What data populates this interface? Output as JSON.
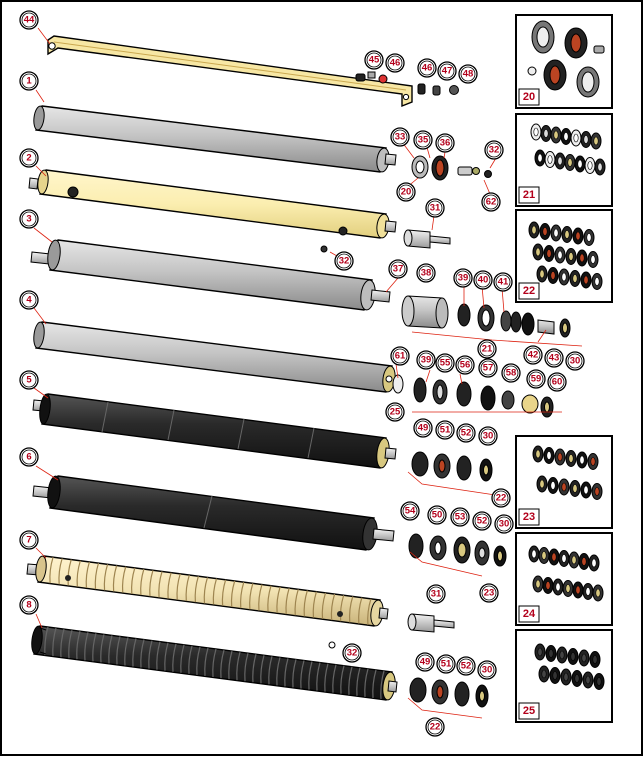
{
  "callouts": {
    "c44": "44",
    "c1": "1",
    "c2": "2",
    "c3": "3",
    "c4": "4",
    "c5": "5",
    "c6": "6",
    "c7": "7",
    "c8": "8",
    "c45": "45",
    "c46a": "46",
    "c46b": "46",
    "c47": "47",
    "c48": "48",
    "c33": "33",
    "c35": "35",
    "c36": "36",
    "c32a": "32",
    "c20": "20",
    "c62": "62",
    "c31a": "31",
    "c32b": "32",
    "c37": "37",
    "c38": "38",
    "c39a": "39",
    "c40": "40",
    "c41": "41",
    "c21": "21",
    "c42": "42",
    "c43": "43",
    "c30a": "30",
    "c61": "61",
    "c39b": "39",
    "c55": "55",
    "c56": "56",
    "c57": "57",
    "c58": "58",
    "c59": "59",
    "c60": "60",
    "c25": "25",
    "c49a": "49",
    "c51a": "51",
    "c52a": "52",
    "c30b": "30",
    "c22a": "22",
    "c54": "54",
    "c50": "50",
    "c53": "53",
    "c52b": "52",
    "c30c": "30",
    "c23": "23",
    "c31b": "31",
    "c32c": "32",
    "c49b": "49",
    "c51b": "51",
    "c52c": "52",
    "c30d": "30",
    "c22b": "22"
  },
  "panels": {
    "p20": "20",
    "p21": "21",
    "p22": "22",
    "p23": "23",
    "p24": "24",
    "p25": "25"
  },
  "colors": {
    "gray_roller": "#c4c4c4",
    "yellow_roller": "#fbeeb0",
    "black_roller": "#2a2a2a",
    "cream_roller": "#f2e3b3",
    "callout_text": "#b3001b",
    "leader_line": "#dd2222"
  }
}
